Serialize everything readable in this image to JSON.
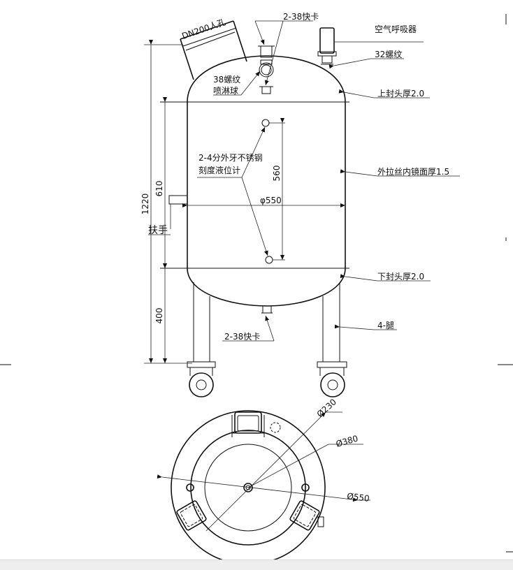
{
  "labels": {
    "manhole": "DN200人孔",
    "clamp_top": "2-38快卡",
    "thread_38": "38螺纹",
    "spray_ball": "喷淋球",
    "breather": "空气呼吸器",
    "thread_32": "32螺纹",
    "top_head": "上封头厚2.0",
    "outer_finish": "外拉丝内镜面厚1.5",
    "level_gauge_1": "2-4分外牙不锈钢",
    "level_gauge_2": "刻度液位计",
    "handle": "扶手",
    "bottom_head": "下封头厚2.0",
    "legs": "4-腿",
    "clamp_bottom": "2-38快卡"
  },
  "dimensions": {
    "total_height": "1220",
    "body_height": "610",
    "leg_height": "400",
    "gauge_spacing": "560",
    "body_diameter": "φ550",
    "plan_d1": "Ø230",
    "plan_d2": "Ø380",
    "plan_d3": "Ø550"
  }
}
